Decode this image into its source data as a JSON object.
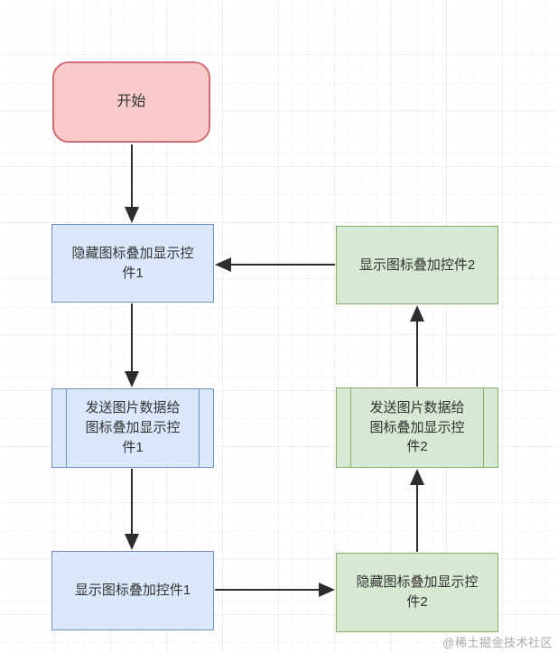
{
  "diagram": {
    "type": "flowchart",
    "nodes": {
      "start": {
        "label": "开始",
        "shape": "rounded-rect",
        "color_fill": "#f8caca",
        "color_border": "#cf6f74"
      },
      "blue1": {
        "label": "隐藏图标叠加显示控\n件1",
        "shape": "rect",
        "color_fill": "#dbe8fb",
        "color_border": "#7191bd"
      },
      "blue2": {
        "label": "发送图片数据给\n图标叠加显示控\n件1",
        "shape": "predefined-process",
        "color_fill": "#dbe8fb",
        "color_border": "#7191bd"
      },
      "blue3": {
        "label": "显示图标叠加控件1",
        "shape": "rect",
        "color_fill": "#dbe8fb",
        "color_border": "#7191bd"
      },
      "green1": {
        "label": "显示图标叠加控件2",
        "shape": "rect",
        "color_fill": "#d7e8d3",
        "color_border": "#86ad6d"
      },
      "green2": {
        "label": "发送图片数据给\n图标叠加显示控\n件2",
        "shape": "predefined-process",
        "color_fill": "#d7e8d3",
        "color_border": "#86ad6d"
      },
      "green3": {
        "label": "隐藏图标叠加显示控\n件2",
        "shape": "rect",
        "color_fill": "#d7e8d3",
        "color_border": "#86ad6d"
      }
    },
    "edges": [
      {
        "from": "start",
        "to": "blue1",
        "direction": "down"
      },
      {
        "from": "blue1",
        "to": "blue2",
        "direction": "down"
      },
      {
        "from": "blue2",
        "to": "blue3",
        "direction": "down"
      },
      {
        "from": "blue3",
        "to": "green3",
        "direction": "right"
      },
      {
        "from": "green3",
        "to": "green2",
        "direction": "up"
      },
      {
        "from": "green2",
        "to": "green1",
        "direction": "up"
      },
      {
        "from": "green1",
        "to": "blue1",
        "direction": "left"
      }
    ],
    "arrow_color": "#2d2d2d"
  },
  "watermark": {
    "text": "@稀土掘金技术社区"
  }
}
